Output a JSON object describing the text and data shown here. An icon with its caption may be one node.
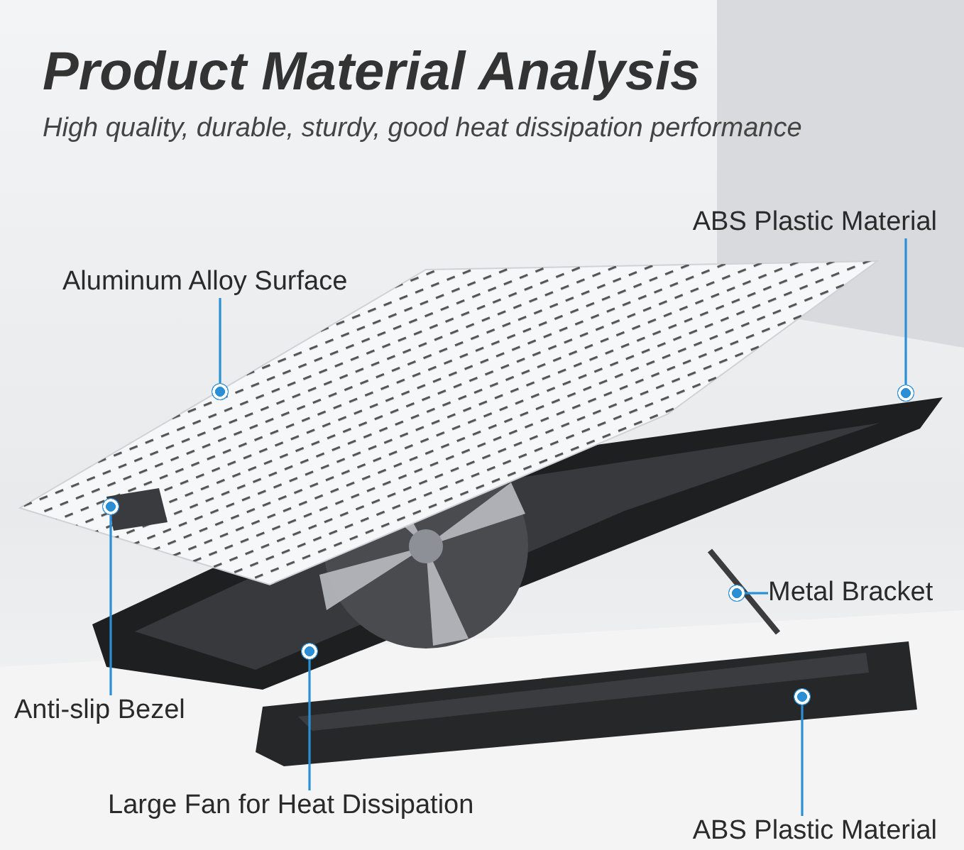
{
  "diagram": {
    "title": "Product Material Analysis",
    "caption": "High quality, durable, sturdy, good heat dissipation performance",
    "nodes": [
      {
        "text": [
          "ABS Plastic Material"
        ]
      },
      {
        "text": [
          "Aluminum Alloy Surface"
        ]
      },
      {
        "text": [],
        "shape": "circle"
      },
      {
        "text": [],
        "shape": "circle"
      },
      {
        "text": [],
        "shape": "circle"
      },
      {
        "text": [
          "Metal Bracket"
        ]
      },
      {
        "text": [],
        "shape": "circle"
      },
      {
        "text": [],
        "shape": "circle"
      },
      {
        "text": [],
        "shape": "circle"
      },
      {
        "text": [
          "Anti-slip Bezel"
        ]
      },
      {
        "text": [
          "Large Fan for Heat Dissipation"
        ]
      },
      {
        "text": [
          "ABS Plastic Material"
        ]
      }
    ],
    "edges": [
      {
        "from": 0,
        "to": 3,
        "arrow": "none"
      },
      {
        "from": 1,
        "to": 2,
        "arrow": "none"
      },
      {
        "from": 5,
        "to": 6,
        "arrow": "none"
      },
      {
        "from": 9,
        "to": 4,
        "arrow": "none"
      },
      {
        "from": 10,
        "to": 7,
        "arrow": "none"
      },
      {
        "from": 11,
        "to": 8,
        "arrow": "none"
      }
    ]
  }
}
